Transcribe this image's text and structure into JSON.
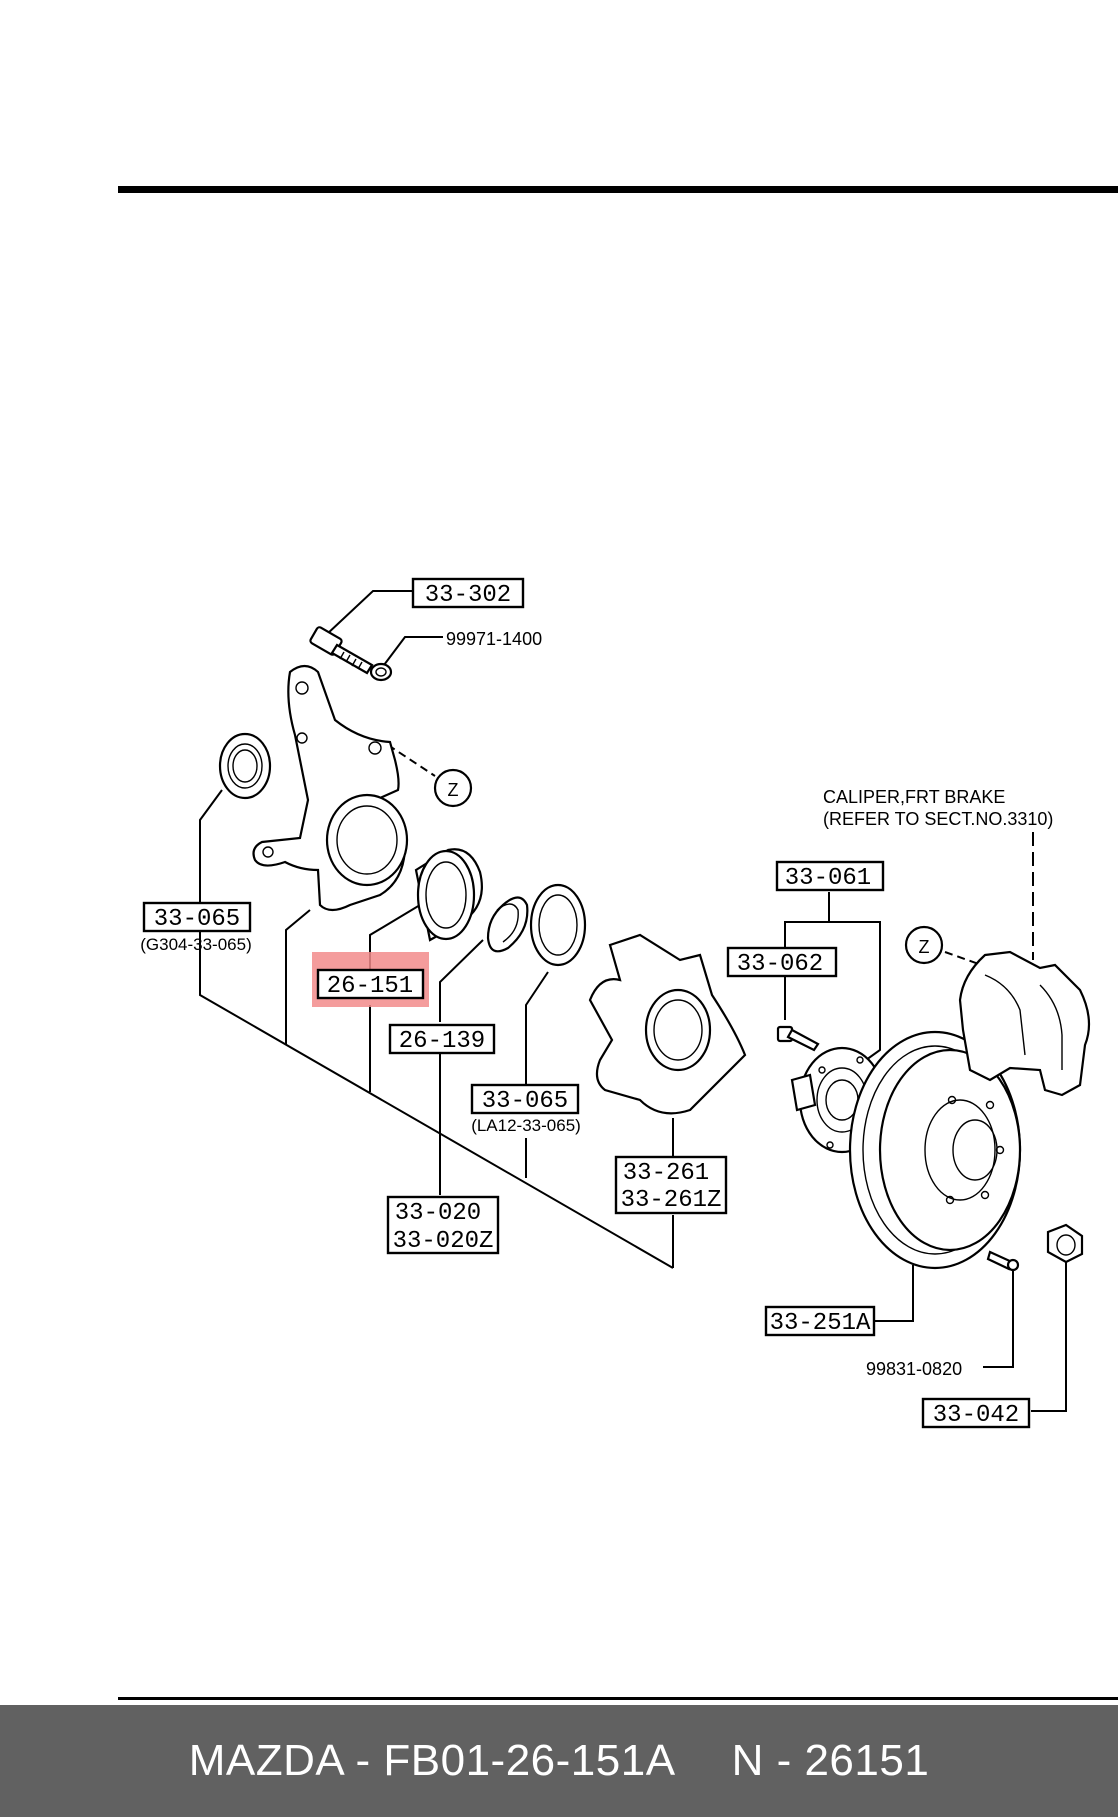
{
  "parts": {
    "p33_302": "33-302",
    "p99971_1400": "99971-1400",
    "p33_065a": "33-065",
    "p33_065a_sub": "(G304-33-065)",
    "p26_151": "26-151",
    "p26_139": "26-139",
    "p33_065b": "33-065",
    "p33_065b_sub": "(LA12-33-065)",
    "p33_020": "33-020",
    "p33_020z": "33-020Z",
    "p33_261": "33-261",
    "p33_261z": "33-261Z",
    "p33_061": "33-061",
    "p33_062": "33-062",
    "p33_251a": "33-251A",
    "p99831_0820": "99831-0820",
    "p33_042": "33-042",
    "z_marker": "Z"
  },
  "caliper_note": {
    "line1": "CALIPER,FRT BRAKE",
    "line2": "(REFER TO SECT.NO.3310)"
  },
  "highlight_color": "#f28b8b",
  "footer": {
    "brand_part": "MAZDA - FB01-26-151A",
    "number": "N - 26151",
    "background": "#616161"
  }
}
